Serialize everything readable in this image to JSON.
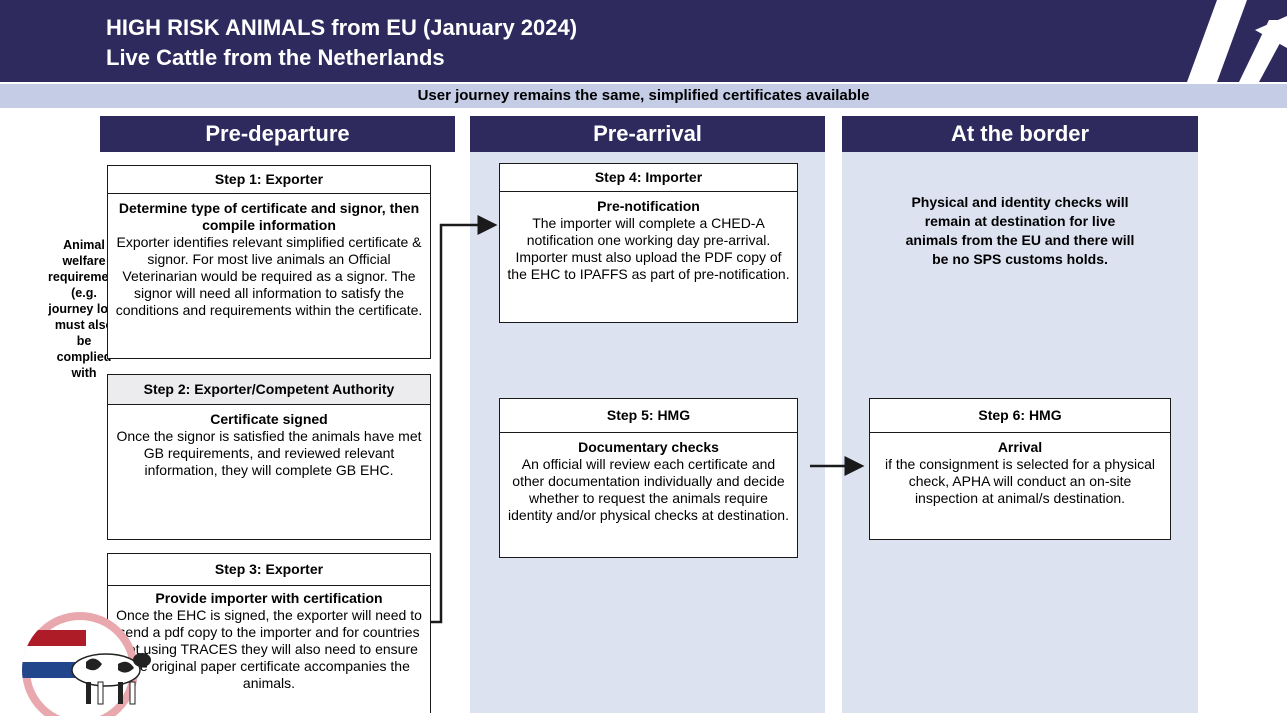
{
  "header": {
    "title_line1": "HIGH RISK ANIMALS from EU (January 2024)",
    "title_line2": "Live Cattle from the Netherlands"
  },
  "subheader": "User journey remains the same, simplified certificates available",
  "columns": {
    "pre_departure": "Pre-departure",
    "pre_arrival": "Pre-arrival",
    "at_the_border": "At the border"
  },
  "side_note": "Animal welfare requirements (e.g. journey log) must also be complied with",
  "steps": {
    "step1": {
      "heading": "Step 1: Exporter",
      "subtitle": "Determine type of certificate and signor, then compile information",
      "text": "Exporter identifies relevant simplified certificate & signor. For most live animals an Official Veterinarian would be required as a signor. The signor will need all information to satisfy the conditions and requirements within the certificate."
    },
    "step2": {
      "heading": "Step 2: Exporter/Competent Authority",
      "subtitle": "Certificate signed",
      "text": "Once the signor is satisfied the animals have met GB requirements, and reviewed relevant information, they will complete GB EHC."
    },
    "step3": {
      "heading": "Step 3: Exporter",
      "subtitle": "Provide importer with certification",
      "text": "Once the EHC is signed, the exporter will need to send a pdf copy to the importer and for countries not using TRACES they will also need to ensure the original paper certificate accompanies the animals."
    },
    "step4": {
      "heading": "Step 4: Importer",
      "subtitle": "Pre-notification",
      "text": "The importer will complete a CHED-A notification one working day pre-arrival. Importer must also upload the PDF copy of the EHC to IPAFFS as part of pre-notification."
    },
    "step5": {
      "heading": "Step 5: HMG",
      "subtitle": "Documentary checks",
      "text": "An official will review each certificate and other documentation individually and decide whether to request the animals require identity and/or physical checks at destination."
    },
    "step6": {
      "heading": "Step 6: HMG",
      "subtitle": "Arrival",
      "text": "if the consignment is selected for a physical check, APHA will conduct an on-site inspection at animal/s destination."
    }
  },
  "border_note": "Physical and identity checks will remain at destination for live animals from the EU and there will be no SPS customs holds.",
  "colors": {
    "navy": "#2e2a5e",
    "subheader_band": "#c5cde6",
    "column_fill": "#dde2f1",
    "flag_red": "#ae1c28",
    "flag_blue": "#21468b"
  },
  "icons": [
    "arrow-logo-icon",
    "netherlands-flag-icon",
    "cow-icon"
  ]
}
